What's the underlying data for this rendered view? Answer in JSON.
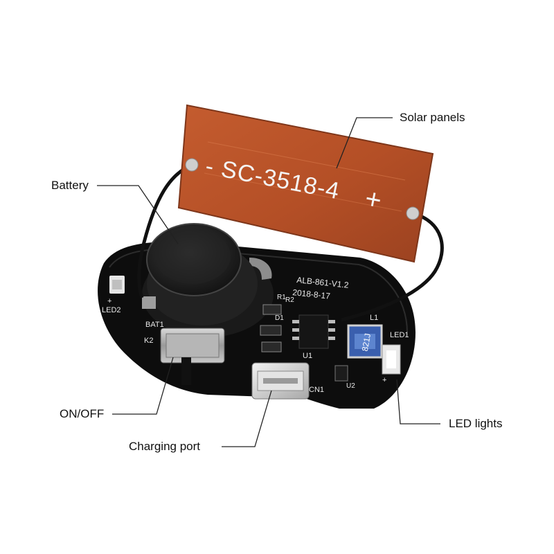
{
  "callouts": {
    "solar_panels": "Solar panels",
    "battery": "Battery",
    "on_off": "ON/OFF",
    "charging_port": "Charging port",
    "led_lights": "LED lights"
  },
  "panel": {
    "minus": "-",
    "model": "SC-3518-4",
    "plus": "+"
  },
  "silkscreen": {
    "board_id": "ALB-861-V1.2",
    "date": "2018-8-17",
    "led2": "LED2",
    "led1": "LED1",
    "bat": "BAT1",
    "k2": "K2",
    "u1": "U1",
    "u2": "U2",
    "cn1": "CN1",
    "l1": "L1",
    "inductor": "821J",
    "r1": "R1",
    "r2": "R2",
    "d1": "D1",
    "plus_mark": "+",
    "led_plus": "+"
  },
  "colors": {
    "background": "#ffffff",
    "panel": "#b9532a",
    "pcb": "#0c0c0c",
    "wire": "#111111",
    "leader": "#222222"
  }
}
